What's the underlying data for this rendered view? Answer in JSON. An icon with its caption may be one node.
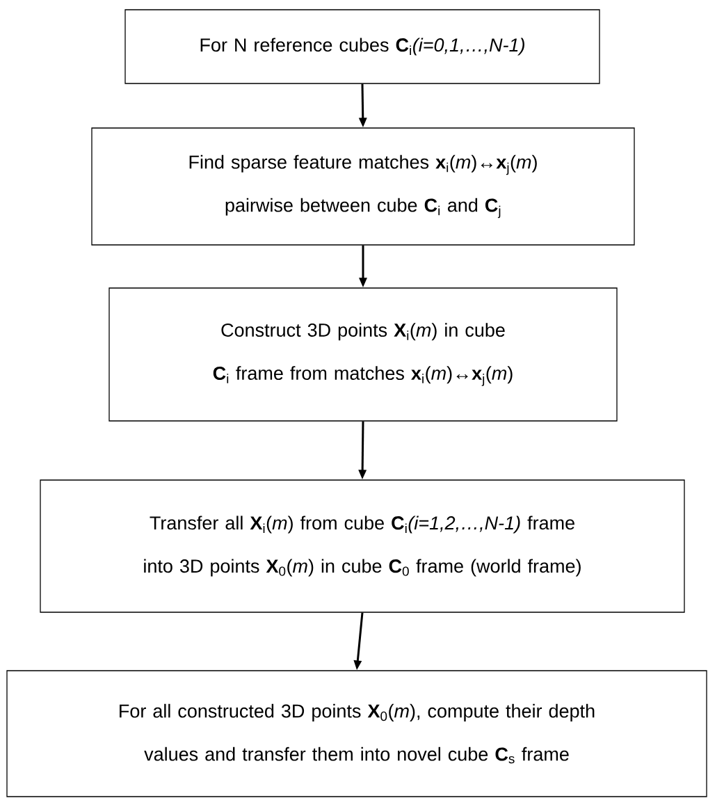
{
  "diagram": {
    "nodes": [
      {
        "text": [
          "For N reference cubes **C**$_{i}$*(i=0,1,…,N-1)*"
        ]
      },
      {
        "text": [
          "Find sparse feature matches **x**$_{i}$(*m*)↔**x**$_{j}$(*m*) pairwise between cube **C**$_{i}$ and **C**$_{j}$"
        ]
      },
      {
        "text": [
          "Construct 3D points **X**$_{i}$(*m*) in cube **C**$_{i}$ frame from matches **x**$_{i}$(*m*)↔**x**$_{j}$(*m*)"
        ]
      },
      {
        "text": [
          "Transfer all **X**$_{i}$(*m*) from cube **C**$_{i}$*(i=1,2,…,N-1)* frame into 3D points **X**$_{0}$(*m*) in cube **C**$_{0}$ frame (world frame)"
        ]
      },
      {
        "text": [
          "For all constructed 3D points **X**$_{0}$(*m*), compute their depth values and transfer them into novel cube **C**$_{s}$ frame"
        ]
      }
    ],
    "edges": [
      {
        "from": 0,
        "to": 1,
        "arrow": "to"
      },
      {
        "from": 1,
        "to": 2,
        "arrow": "to"
      },
      {
        "from": 2,
        "to": 3,
        "arrow": "to"
      },
      {
        "from": 3,
        "to": 4,
        "arrow": "to"
      }
    ]
  }
}
